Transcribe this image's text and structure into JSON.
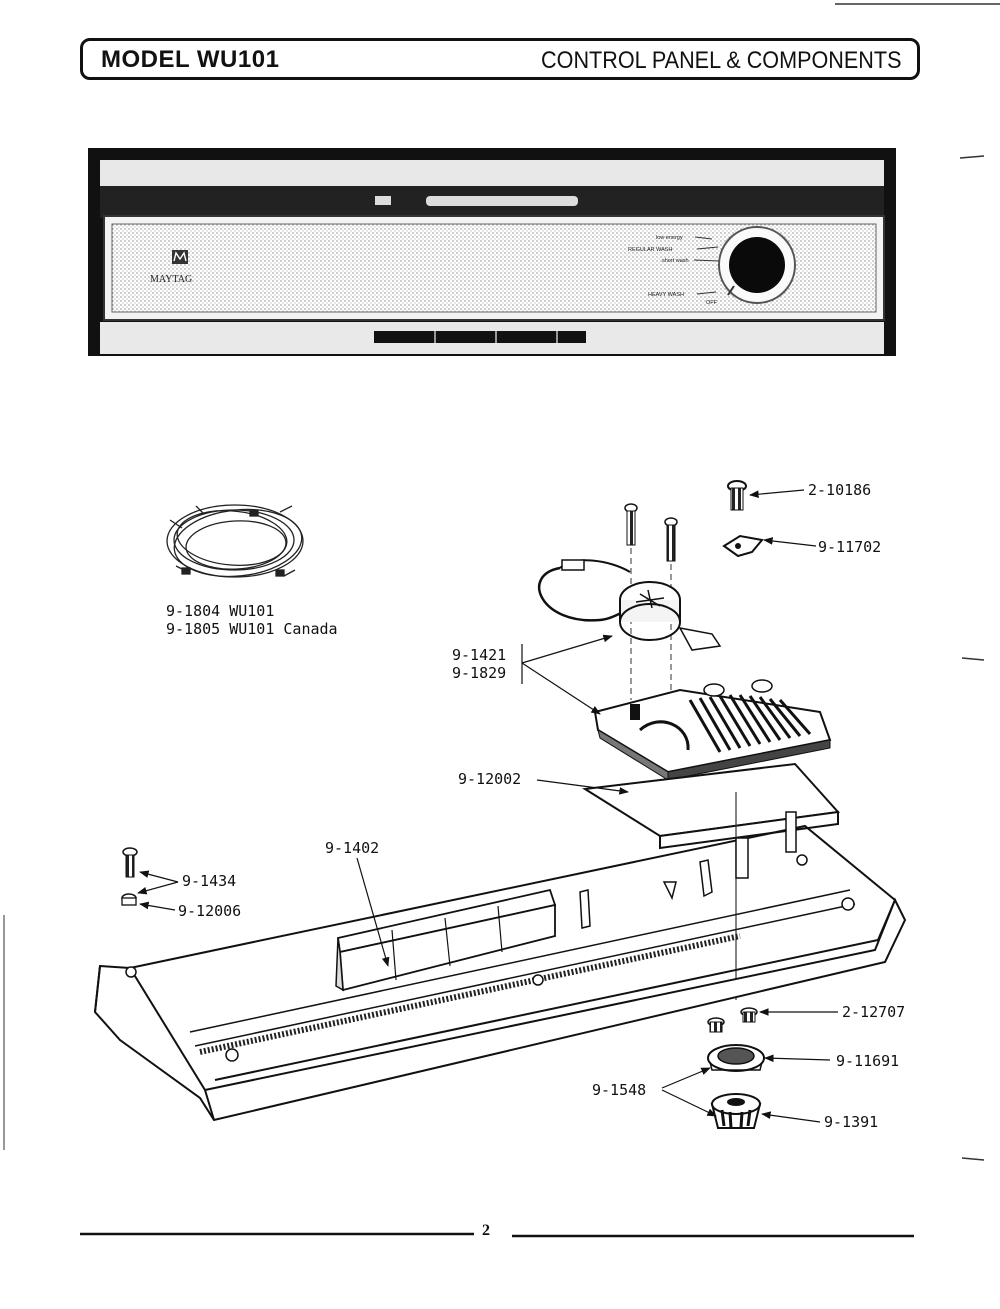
{
  "header": {
    "model": "MODEL WU101",
    "section": "CONTROL PANEL & COMPONENTS"
  },
  "panel": {
    "brand": "MAYTAG",
    "dial_labels": [
      "low energy",
      "REGULAR WASH",
      "short wash",
      "HEAVY WASH",
      "OFF"
    ]
  },
  "wiring": {
    "part_us": "9-1804 WU101",
    "part_canada": "9-1805 WU101 Canada"
  },
  "parts": {
    "p2_10186": "2-10186",
    "p9_11702": "9-11702",
    "p9_1421": "9-1421",
    "p9_1829": "9-1829",
    "p9_12002": "9-12002",
    "p9_1402": "9-1402",
    "p9_1434": "9-1434",
    "p9_12006": "9-12006",
    "p2_12707": "2-12707",
    "p9_11691": "9-11691",
    "p9_1548": "9-1548",
    "p9_1391": "9-1391"
  },
  "footer": {
    "page": "2"
  }
}
